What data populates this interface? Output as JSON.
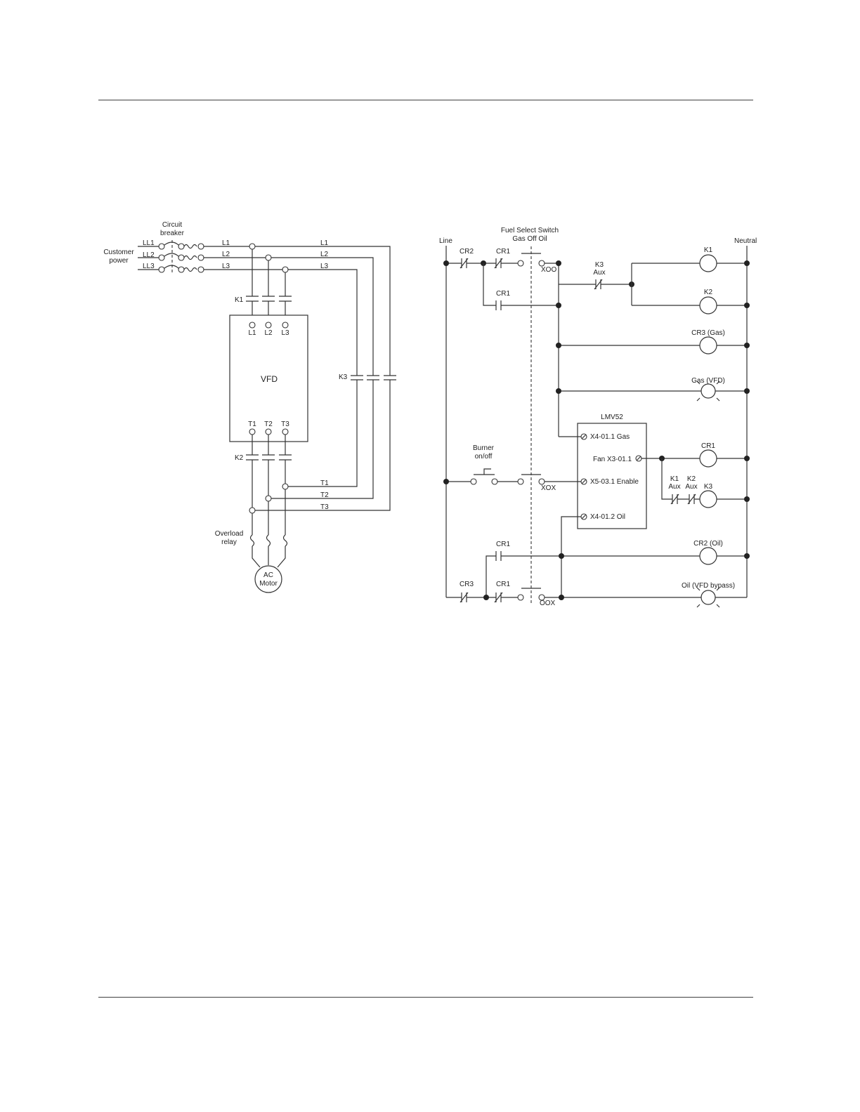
{
  "power": {
    "customer_power_line1": "Customer",
    "customer_power_line2": "power",
    "breaker_line1": "Circuit",
    "breaker_line2": "breaker",
    "incoming": [
      "LL1",
      "LL2",
      "LL3"
    ],
    "lines_left": [
      "L1",
      "L2",
      "L3"
    ],
    "lines_right": [
      "L1",
      "L2",
      "L3"
    ],
    "k1": "K1",
    "k2": "K2",
    "k3": "K3",
    "vfd": "VFD",
    "vfd_in": [
      "L1",
      "L2",
      "L3"
    ],
    "vfd_out": [
      "T1",
      "T2",
      "T3"
    ],
    "bypass_out": [
      "T1",
      "T2",
      "T3"
    ],
    "overload_line1": "Overload",
    "overload_line2": "relay",
    "motor_line1": "AC",
    "motor_line2": "Motor"
  },
  "control": {
    "line": "Line",
    "neutral": "Neutral",
    "fuel_switch_line1": "Fuel Select Switch",
    "fuel_switch_line2": "Gas  Off  Oil",
    "cr2": "CR2",
    "cr1_a": "CR1",
    "cr1_b": "CR1",
    "cr1_c": "CR1",
    "cr1_d": "CR1",
    "cr3": "CR3",
    "xoo": "XOO",
    "xox": "XOX",
    "oox": "OOX",
    "k3_aux_line1": "K3",
    "k3_aux_line2": "Aux",
    "coil_k1": "K1",
    "coil_k2": "K2",
    "coil_cr3": "CR3 (Gas)",
    "lamp_gas": "Gas (VFD)",
    "lmv": "LMV52",
    "lmv_gas": "X4-01.1  Gas",
    "lmv_fan": "Fan  X3-01.1",
    "lmv_enable": "X5-03.1  Enable",
    "lmv_oil": "X4-01.2  Oil",
    "coil_cr1": "CR1",
    "k1_aux_line1": "K1",
    "k1_aux_line2": "Aux",
    "k2_aux_line1": "K2",
    "k2_aux_line2": "Aux",
    "coil_k3": "K3",
    "burner_line1": "Burner",
    "burner_line2": "on/off",
    "coil_cr2": "CR2 (Oil)",
    "lamp_oil": "Oil (VFD bypass)"
  }
}
